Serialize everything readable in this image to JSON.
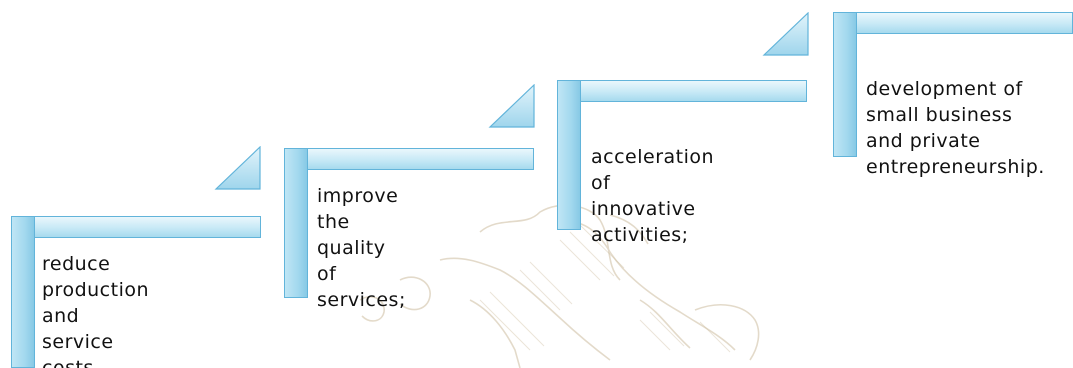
{
  "steps": [
    {
      "text": "reduce\nproduction and\nservice costs"
    },
    {
      "text": "improve the\nquality of\nservices;"
    },
    {
      "text": "acceleration of\ninnovative\nactivities;"
    },
    {
      "text": "development of\nsmall business\nand private\nentrepreneurship."
    }
  ],
  "colors": {
    "step_fill": "#b5e1f3",
    "step_border": "#62b4da",
    "sketch": "#c9b89a"
  }
}
